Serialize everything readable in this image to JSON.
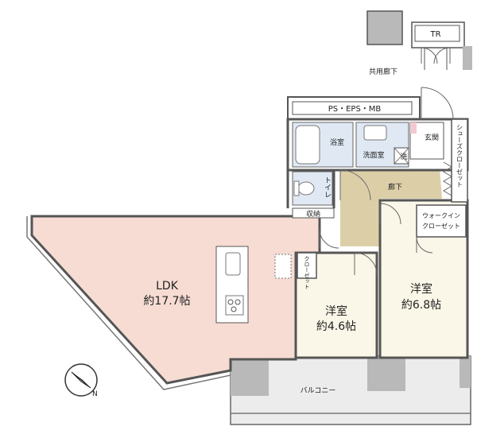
{
  "rooms": {
    "ldk": {
      "name": "LDK",
      "size": "約17.7帖"
    },
    "western1": {
      "name": "洋室",
      "size": "約4.6帖"
    },
    "western2": {
      "name": "洋室",
      "size": "約6.8帖"
    },
    "bath": "浴室",
    "washroom": "洗面室",
    "wash_mark": "洗",
    "entrance": "玄関",
    "shoe_closet": "シューズクローゼット",
    "toilet": "トイレ",
    "hallway": "廊下",
    "storage": "収納",
    "walkin_closet_line1": "ウォークイン",
    "walkin_closet_line2": "クローゼット",
    "closet_small": "クローゼット",
    "balcony": "バルコニー"
  },
  "common": {
    "ps_eps_mb": "PS・EPS・MB",
    "trunk_room": "TR",
    "common_corridor": "共用廊下"
  },
  "compass": {
    "label": "N"
  },
  "colors": {
    "ldk_floor": "#f6dcd3",
    "hallway_floor": "#dccfa8",
    "room_floor": "#fbf7e8",
    "balcony_floor": "#e9e9e9",
    "column": "#b9b9b9",
    "wet_area": "#dfe8f3"
  }
}
